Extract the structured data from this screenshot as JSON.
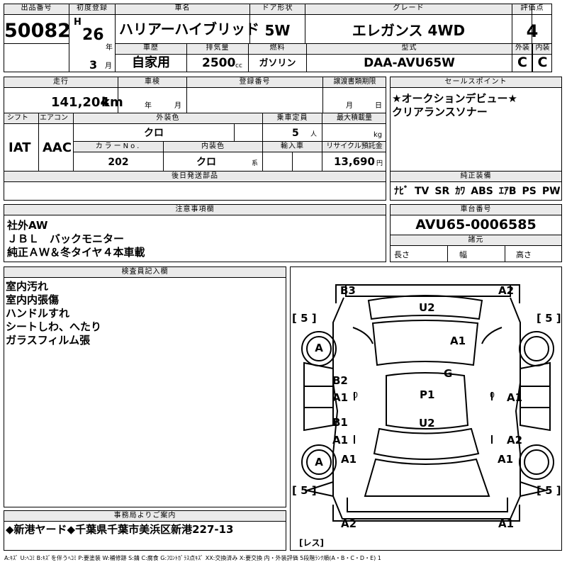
{
  "top": {
    "lot_label": "出品番号",
    "lot_value": "50082",
    "reg_label": "初度登録",
    "era": "H",
    "year_value": "26",
    "year_unit": "年",
    "month_value": "3",
    "month_unit": "月",
    "car_label": "車名",
    "car_value": "ハリアーハイブリッド",
    "door_label": "ドア形状",
    "door_value": "5W",
    "grade_label": "グレード",
    "grade_value": "エレガンス 4WD",
    "score_label": "評価点",
    "score_value": "4",
    "history_label": "車歴",
    "history_value": "自家用",
    "displacement_label": "排気量",
    "displacement_value": "2500",
    "displacement_unit": "cc",
    "fuel_label": "燃料",
    "fuel_value": "ガソリン",
    "model_label": "型式",
    "model_value": "DAA-AVU65W",
    "ext_label": "外装",
    "ext_value": "C",
    "int_label": "内装",
    "int_value": "C"
  },
  "mid": {
    "mileage_label": "走行",
    "mileage_value": "141,204",
    "mileage_unit": "km",
    "inspection_label": "車検",
    "inspection_year_unit": "年",
    "inspection_month_unit": "月",
    "plate_label": "登録番号",
    "transfer_label": "譲渡書類期限",
    "transfer_month_unit": "月",
    "transfer_day_unit": "日",
    "shift_label": "シフト",
    "shift_value": "IAT",
    "ac_label": "エアコン",
    "ac_value": "AAC",
    "color_label": "外装色",
    "color_value": "クロ",
    "capacity_label": "乗車定員",
    "capacity_value": "5",
    "capacity_unit": "人",
    "load_label": "最大積載量",
    "load_unit": "kg",
    "colorno_label": "カラーNo.",
    "colorno_value": "202",
    "intcolor_label": "内装色",
    "intcolor_value": "クロ",
    "intcolor_unit": "系",
    "import_label": "輸入車",
    "recycle_label": "リサイクル預託金",
    "recycle_value": "13,690",
    "recycle_unit": "円",
    "later_label": "後日発送部品"
  },
  "sales": {
    "label": "セールスポイント",
    "lines": [
      "★オークションデビュー★",
      "クリアランスソナー"
    ]
  },
  "equipment": {
    "label": "純正装備",
    "items": [
      "ﾅﾋﾞ",
      "TV",
      "SR",
      "ｶﾜ",
      "ABS",
      "ｴｱB",
      "PS",
      "PW"
    ]
  },
  "notes": {
    "label": "注意事項欄",
    "lines": [
      "社外AW",
      "ＪＢＬ　バックモニター",
      "純正ＡＷ＆冬タイヤ４本車載"
    ]
  },
  "chassis": {
    "label": "車台番号",
    "value": "AVU65-0006585",
    "spec_label": "諸元",
    "length_label": "長さ",
    "width_label": "幅",
    "height_label": "高さ"
  },
  "inspector": {
    "label": "検査員記入欄",
    "lines": [
      "室内汚れ",
      "室内内張傷",
      "ハンドルすれ",
      "シートしわ、へたり",
      "ガラスフィルム張"
    ]
  },
  "office": {
    "label": "事務局よりご案内",
    "text": "◆新港ヤード◆千葉県千葉市美浜区新港227-13"
  },
  "diagram": {
    "marks": {
      "b3": "B3",
      "a2_rear": "A2",
      "u2_top": "U2",
      "a1_roof": "A1",
      "g": "G",
      "b2": "B2",
      "a1_lmid": "A1",
      "p1": "P1",
      "a1_rmid": "A1",
      "b1": "B1",
      "a1_llow": "A1",
      "u2_bonnet": "U2",
      "a2_rlow": "A2",
      "a1_lfender": "A1",
      "a1_rfender": "A1",
      "a2_front": "A2",
      "a1_front": "A1",
      "wheel_tl": "A",
      "wheel_bl": "A",
      "tyre_tl": "[ 5 ]",
      "tyre_tr": "[ 5 ]",
      "tyre_bl": "[ 5 ]",
      "tyre_br": "[ 5 ]",
      "spare": "[レス]",
      "d_left": "0",
      "d_right": "0"
    }
  },
  "legend": {
    "text": "A:ｷｽﾞ U:ﾍｺﾐ B:ｷｽﾞを伴うﾍｺﾐ P:要塗装 W:補修跡 S:錆 C:腐食 G:ﾌﾛﾝﾄｶﾞﾗｽ点ｷｽﾞ XX:交換済み X:要交換 内・外装評価 5段階ﾗﾝｸ順(A・B・C・D・E) 1"
  }
}
